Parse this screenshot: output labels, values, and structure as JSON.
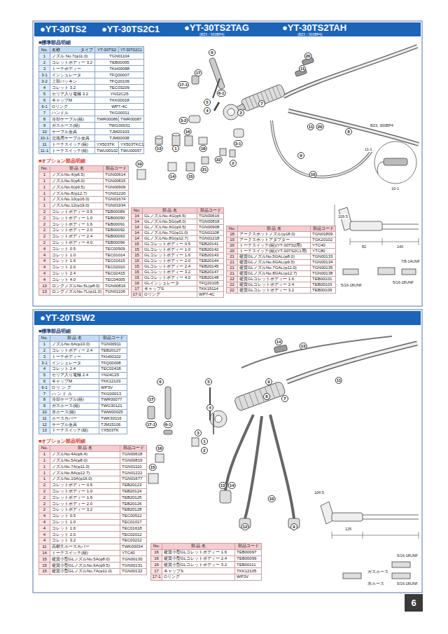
{
  "diagram": {
    "nodes": [
      {
        "text": [
          "●YT-30TS2",
          "●YT-30TS2C1",
          "●YT-30TS2TAG",
          "(BZ3／300BP4)",
          "●YT-30TS2TAH",
          "(BZ3／300BP4)"
        ]
      },
      {
        "text": [
          "●YT-20TSW2"
        ]
      },
      {
        "text": [
          "6"
        ]
      }
    ],
    "labels": [
      "■標準部品明細",
      "No.",
      "名称",
      "タイプ",
      "YT-30TS2",
      "YT-30TS2C1",
      "1",
      "ノズル No.7(φ11.0)",
      "TGN01104",
      "2",
      "コレットボディー 3.2",
      "TEB00095",
      "3",
      "トーチボディー",
      "TKH00088",
      "3-1",
      "インシュレータ",
      "TFQ00007",
      "3-2",
      "上部パッキン",
      "TFQ20106",
      "4",
      "コレット 3.2",
      "TEC03209",
      "5",
      "セリア入り電極 3.2",
      "YN32C25",
      "6",
      "キャップM",
      "TKK00018",
      "6-1",
      "Oリング",
      "WP7-4C",
      "7",
      "ハンドル",
      "TKG00011",
      "8",
      "冷却ケーブル(組)",
      "TWR00086",
      "TWR00087",
      "9",
      "ガスホース(組)",
      "TWG00031",
      "10",
      "ケーブル金具",
      "TJM20103",
      "10-1",
      "交換用ケーブル金具",
      "TJM00038",
      "11",
      "トーチスイッチ(組)",
      "YX503TK",
      "YX503TKC1",
      "11-1",
      "トーチスイッチ(組)",
      "TWU00102",
      "TWU00057",
      "■オプション部品明細",
      "No.",
      "部 品 名",
      "部品コード",
      "1",
      "ノズルNo.4(φ6.5)",
      "TGN00614",
      "1",
      "ノズルNo.5(φ8.0)",
      "TGN00815",
      "1",
      "ノズルNo.6(φ9.5)",
      "TGN00909",
      "1",
      "ノズルNo.8(φ12.7)",
      "TGN01220",
      "1",
      "ノズルNo.10(φ16.0)",
      "TGN01674",
      "1",
      "ノズルNo.12(φ19.0)",
      "TGN01934",
      "2",
      "コレットボディー 0.5",
      "TEB00089",
      "2",
      "コレットボディー 1.0",
      "TEB00090",
      "2",
      "コレットボディー 1.6",
      "TEB00091",
      "2",
      "コレットボディー 2.0",
      "TEB00092",
      "2",
      "コレットボディー 2.4",
      "TEB00093",
      "2",
      "コレットボディー 4.0",
      "TEB00096",
      "4",
      "コレット 0.5",
      "TEC00509",
      "4",
      "コレット 1.0",
      "TEC01014",
      "4",
      "コレット 1.6",
      "TEC01615",
      "4",
      "コレット 2.0",
      "TEC02010",
      "4",
      "コレット 2.4",
      "TEC02415",
      "4",
      "コレット 4.0",
      "TEC04005",
      "13",
      "ロングノズルNo.5L(φ8.0)",
      "TGN00816",
      "13",
      "ロングノズルNo.7L(φ11.0)",
      "TGN01106",
      "No.",
      "部 品 名",
      "部品コード",
      "14",
      "GLノズルNo.4G(φ6.5)",
      "TGN00616",
      "14",
      "GLノズルNo.5G(φ8.0)",
      "TGN00818",
      "14",
      "GLノズルNo.6G(φ9.5)",
      "TGN00908",
      "14",
      "GLノズルNo.7G(φ11.0)",
      "TGN01108",
      "14",
      "GLノズルNo.8G(φ12.7)",
      "TGN01218",
      "15",
      "GLコレットボディー 0.5",
      "TEB20141",
      "15",
      "GLコレットボディー 1.0",
      "TEB20142",
      "15",
      "GLコレットボディー 1.6",
      "TEB20143",
      "15",
      "GLコレットボディー 2.0",
      "TEB20144",
      "15",
      "GLコレットボディー 2.4",
      "TEB20145",
      "15",
      "GLコレットボディー 3.2",
      "TEB20147",
      "15",
      "GLコレットボディー 4.0",
      "TEB20148",
      "16",
      "GLインシュレータ",
      "TFQ20105",
      "17",
      "キャップS",
      "TKK15114",
      "17-1",
      "Oリング",
      "WP7-4C",
      "No.",
      "部 品 名",
      "部品コード",
      "18",
      "アークスポットノズル(φ18.0)",
      "TGN01809",
      "19",
      "アークスポットアダプター",
      "TGK20102",
      "20",
      "トーチスイッチ(組)(YT-30TS2用)",
      "YTC40",
      "20",
      "トーチスイッチ(組)(YT-30TS2C1用)",
      "YTC80",
      "21",
      "硬質GLノズルNo.5GAL(φ8.0)",
      "TGN00133",
      "21",
      "硬質GLノズルNo.6GAL(φ9.5)",
      "TGN00134",
      "21",
      "硬質GLノズルNo.7GAL(φ11.0)",
      "TGN00135",
      "21",
      "硬質GLノズルNo.8GAL(φ12.7)",
      "TGN00138",
      "22",
      "硬質GLコレットボディー 1.6",
      "TEB00101",
      "22",
      "硬質GLコレットボディー 2.4",
      "TEB00103",
      "22",
      "硬質GLコレットボディー 3.2",
      "TEB00109",
      "6",
      "20",
      "11",
      "17",
      "17-1",
      "6-1",
      "7",
      "5",
      "4",
      "3",
      "3-2",
      "16",
      "11",
      "20",
      "8",
      "3-1",
      "13",
      "1",
      "18",
      "9",
      "22",
      "2",
      "19",
      "21",
      "10",
      "14",
      "15",
      "BZ3, 300BP4",
      "11-1",
      "10-1",
      "109.5",
      "82",
      "140",
      "7/8-14UNF",
      "5/16-18UNF",
      "5/16-18UNF",
      "■標準部品明細",
      "No.",
      "部 品 名",
      "部品コード",
      "1",
      "ノズルNo.6A(φ10.0)",
      "TGN00911",
      "2",
      "コレットボディー 2.4",
      "TEB20127",
      "3",
      "トーチボディー",
      "TKH00102",
      "3-1",
      "インシュレータ",
      "TFQ00008",
      "4",
      "コレット 2.4",
      "TEC02418",
      "5",
      "セリア入り電極 2.4",
      "YN24C25",
      "6",
      "キャップM",
      "TKK12103",
      "6-1",
      "O リ ン グ",
      "WP3V",
      "7",
      "ハ ン ド ル",
      "TKG00013",
      "8",
      "冷却ケーブル(組)",
      "TWR00077",
      "9",
      "ガスホース(組)",
      "TWG30121",
      "10",
      "水ホース(組)",
      "TWW00025",
      "11",
      "ホースカバー",
      "TWK30116",
      "12",
      "ケーブル金具",
      "TJM15106",
      "13",
      "トーチスイッチ(組)",
      "YX503TK",
      "■オプション部品明細",
      "No.",
      "部 品 名",
      "部品コード",
      "1",
      "ノズルNo.4A(φ6.4)",
      "TGN00618",
      "1",
      "ノズルNo.5A(φ8.0)",
      "TGN00819",
      "1",
      "ノズルNo.7A(φ11.0)",
      "TGN01110",
      "1",
      "ノズルNo.8A(φ12.7)",
      "TGN01222",
      "1",
      "ノズルNo.10A(φ16.0)",
      "TGN01677",
      "2",
      "コレットボディー 0.5",
      "TEB20123",
      "2",
      "コレットボディー 1.0",
      "TEB20124",
      "2",
      "コレットボディー 1.6",
      "TEB20125",
      "2",
      "コレットボディー 2.0",
      "TEB20126",
      "2",
      "コレットボディー 3.2",
      "TEB20128",
      "4",
      "コレット 0.5",
      "TEC00512",
      "4",
      "コレット 1.0",
      "TEC01017",
      "4",
      "コレット 1.6",
      "TEC01618",
      "4",
      "コレット 2.0",
      "TEC02012",
      "4",
      "コレット 3.2",
      "TEC03212",
      "11",
      "高耐久ホースカバー",
      "TWK00034",
      "14",
      "トーチスイッチ(組)",
      "YTC40",
      "15",
      "硬質小型GLノズルNo.5A(φ8.0)",
      "TGN00130",
      "15",
      "硬質小型GLノズルNo.6A(φ9.5)",
      "TGN00131",
      "15",
      "硬質小型GLノズルNo.7A(φ11.0)",
      "TGN00132",
      "No.",
      "部 品 名",
      "部品コード",
      "16",
      "硬質小型GLコレットボディー 1.6",
      "TEB00097",
      "16",
      "硬質小型GLコレットボディー 2.4",
      "TEB00099",
      "16",
      "硬質小型GLコレットボディー 3.2",
      "TEB00111",
      "17",
      "キャップS",
      "TKK12105",
      "17-1",
      "Oリング",
      "WP3V",
      "14",
      "13",
      "6",
      "5",
      "9",
      "11",
      "8",
      "7",
      "17",
      "4",
      "17-1",
      "6-1",
      "3",
      "1",
      "16",
      "2",
      "15",
      "13",
      "14",
      "10",
      "12",
      "9",
      "104.5",
      "125",
      "5/16-18UNF",
      "ガスホース",
      "水ホース",
      "5/16-18UNF"
    ]
  }
}
